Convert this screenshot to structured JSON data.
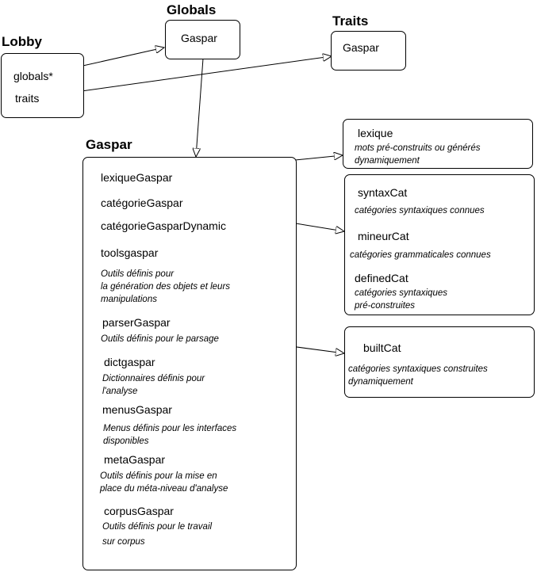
{
  "lobby": {
    "title": "Lobby",
    "slots": [
      "globals*",
      "traits"
    ]
  },
  "globals": {
    "title": "Globals",
    "slot": "Gaspar"
  },
  "traits": {
    "title": "Traits",
    "slot": "Gaspar"
  },
  "gaspar": {
    "title": "Gaspar",
    "slots": [
      {
        "name": "lexiqueGaspar"
      },
      {
        "name": "catégorieGaspar"
      },
      {
        "name": "catégorieGasparDynamic"
      },
      {
        "name": "toolsgaspar",
        "desc": [
          "Outils définis pour",
          "la génération des objets et leurs",
          "manipulations"
        ]
      },
      {
        "name": "parserGaspar",
        "desc": [
          "Outils définis pour le parsage"
        ]
      },
      {
        "name": "dictgaspar",
        "desc": [
          "Dictionnaires définis pour",
          "l'analyse"
        ]
      },
      {
        "name": "menusGaspar",
        "desc": [
          "Menus définis pour  les interfaces",
          "disponibles"
        ]
      },
      {
        "name": "metaGaspar",
        "desc": [
          "Outils définis pour la mise en",
          "place du  méta-niveau d'analyse"
        ]
      },
      {
        "name": "corpusGaspar",
        "desc": [
          "Outils définis pour le travail",
          "sur corpus"
        ]
      }
    ]
  },
  "lexique": {
    "name": "lexique",
    "desc": [
      "mots pré-construits ou générés",
      "dynamiquement"
    ]
  },
  "categories": [
    {
      "name": "syntaxCat",
      "desc": [
        "catégories syntaxiques connues"
      ]
    },
    {
      "name": "mineurCat",
      "desc": [
        "catégories grammaticales connues"
      ]
    },
    {
      "name": "definedCat",
      "desc": [
        "catégories syntaxiques",
        "pré-construites"
      ]
    }
  ],
  "built": {
    "name": "builtCat",
    "desc": [
      "catégories syntaxiques  construites",
      "dynamiquement"
    ]
  }
}
